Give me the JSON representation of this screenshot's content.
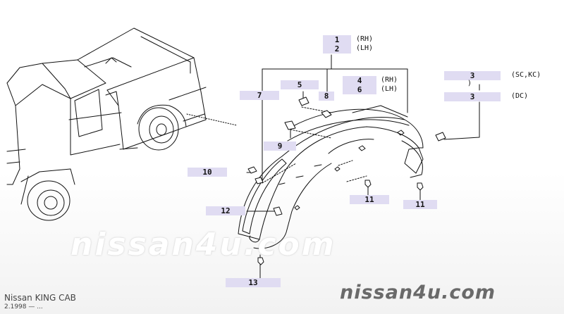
{
  "parts": [
    {
      "num": "1",
      "suffix": "(RH)"
    },
    {
      "num": "2",
      "suffix": "(LH)"
    },
    {
      "num": "3",
      "suffix": "(SC,KC)"
    },
    {
      "num": "3",
      "suffix": "(DC)"
    },
    {
      "num": "4",
      "suffix": "(RH)"
    },
    {
      "num": "5",
      "suffix": ""
    },
    {
      "num": "6",
      "suffix": "(LH)"
    },
    {
      "num": "7",
      "suffix": ""
    },
    {
      "num": "8",
      "suffix": ""
    },
    {
      "num": "9",
      "suffix": ""
    },
    {
      "num": "10",
      "suffix": ""
    },
    {
      "num": "11",
      "suffix": ""
    },
    {
      "num": "11",
      "suffix": ""
    },
    {
      "num": "12",
      "suffix": ""
    },
    {
      "num": "13",
      "suffix": ""
    }
  ],
  "note_paren": ")",
  "watermark": "nissan4u.com",
  "footer": {
    "model": "Nissan KING CAB",
    "date": "2.1998 — ..."
  },
  "colors": {
    "label_bg": "#e0dcf2",
    "line": "#111111"
  }
}
